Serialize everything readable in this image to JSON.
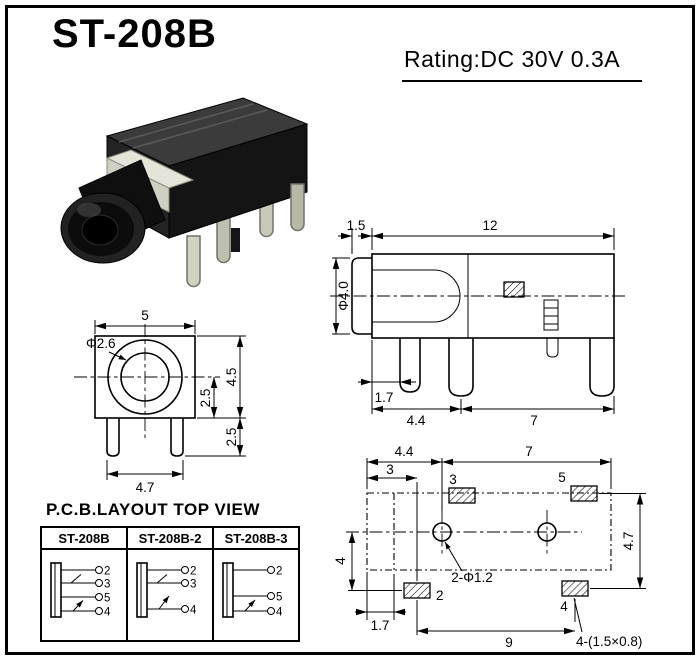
{
  "header": {
    "title": "ST-208B",
    "rating": "Rating:DC 30V 0.3A"
  },
  "side_view": {
    "dims": {
      "tip_len": "1.5",
      "body_len": "12",
      "barrel_dia": "Φ4.0",
      "pin_offset": "1.7",
      "pitch_a": "4.4",
      "pitch_b": "7"
    }
  },
  "front_view": {
    "dims": {
      "width": "5",
      "hole_dia": "Φ2.6",
      "center_to_bottom": "2.5",
      "height": "4.5",
      "leg_len": "2.5",
      "leg_span": "4.7"
    }
  },
  "pcb_view": {
    "label": "P.C.B.LAYOUT TOP VIEW",
    "dims": {
      "edge_to_hole": "4.4",
      "edge_to_pad2": "3",
      "hole_to_edge": "7",
      "height_left": "4",
      "height_right": "4.7",
      "edge_offset": "1.7",
      "pad_span": "9"
    },
    "pads": {
      "p2": "2",
      "p3": "3",
      "p4": "4",
      "p5": "5"
    },
    "hole_note": "2-Φ1.2",
    "pad_size_note": "4-(1.5×0.8)"
  },
  "variants_table": {
    "columns": [
      {
        "name": "ST-208B",
        "pins": [
          "2",
          "3",
          "5",
          "4"
        ]
      },
      {
        "name": "ST-208B-2",
        "pins": [
          "2",
          "3",
          "4"
        ]
      },
      {
        "name": "ST-208B-3",
        "pins": [
          "2",
          "5",
          "4"
        ]
      }
    ]
  }
}
